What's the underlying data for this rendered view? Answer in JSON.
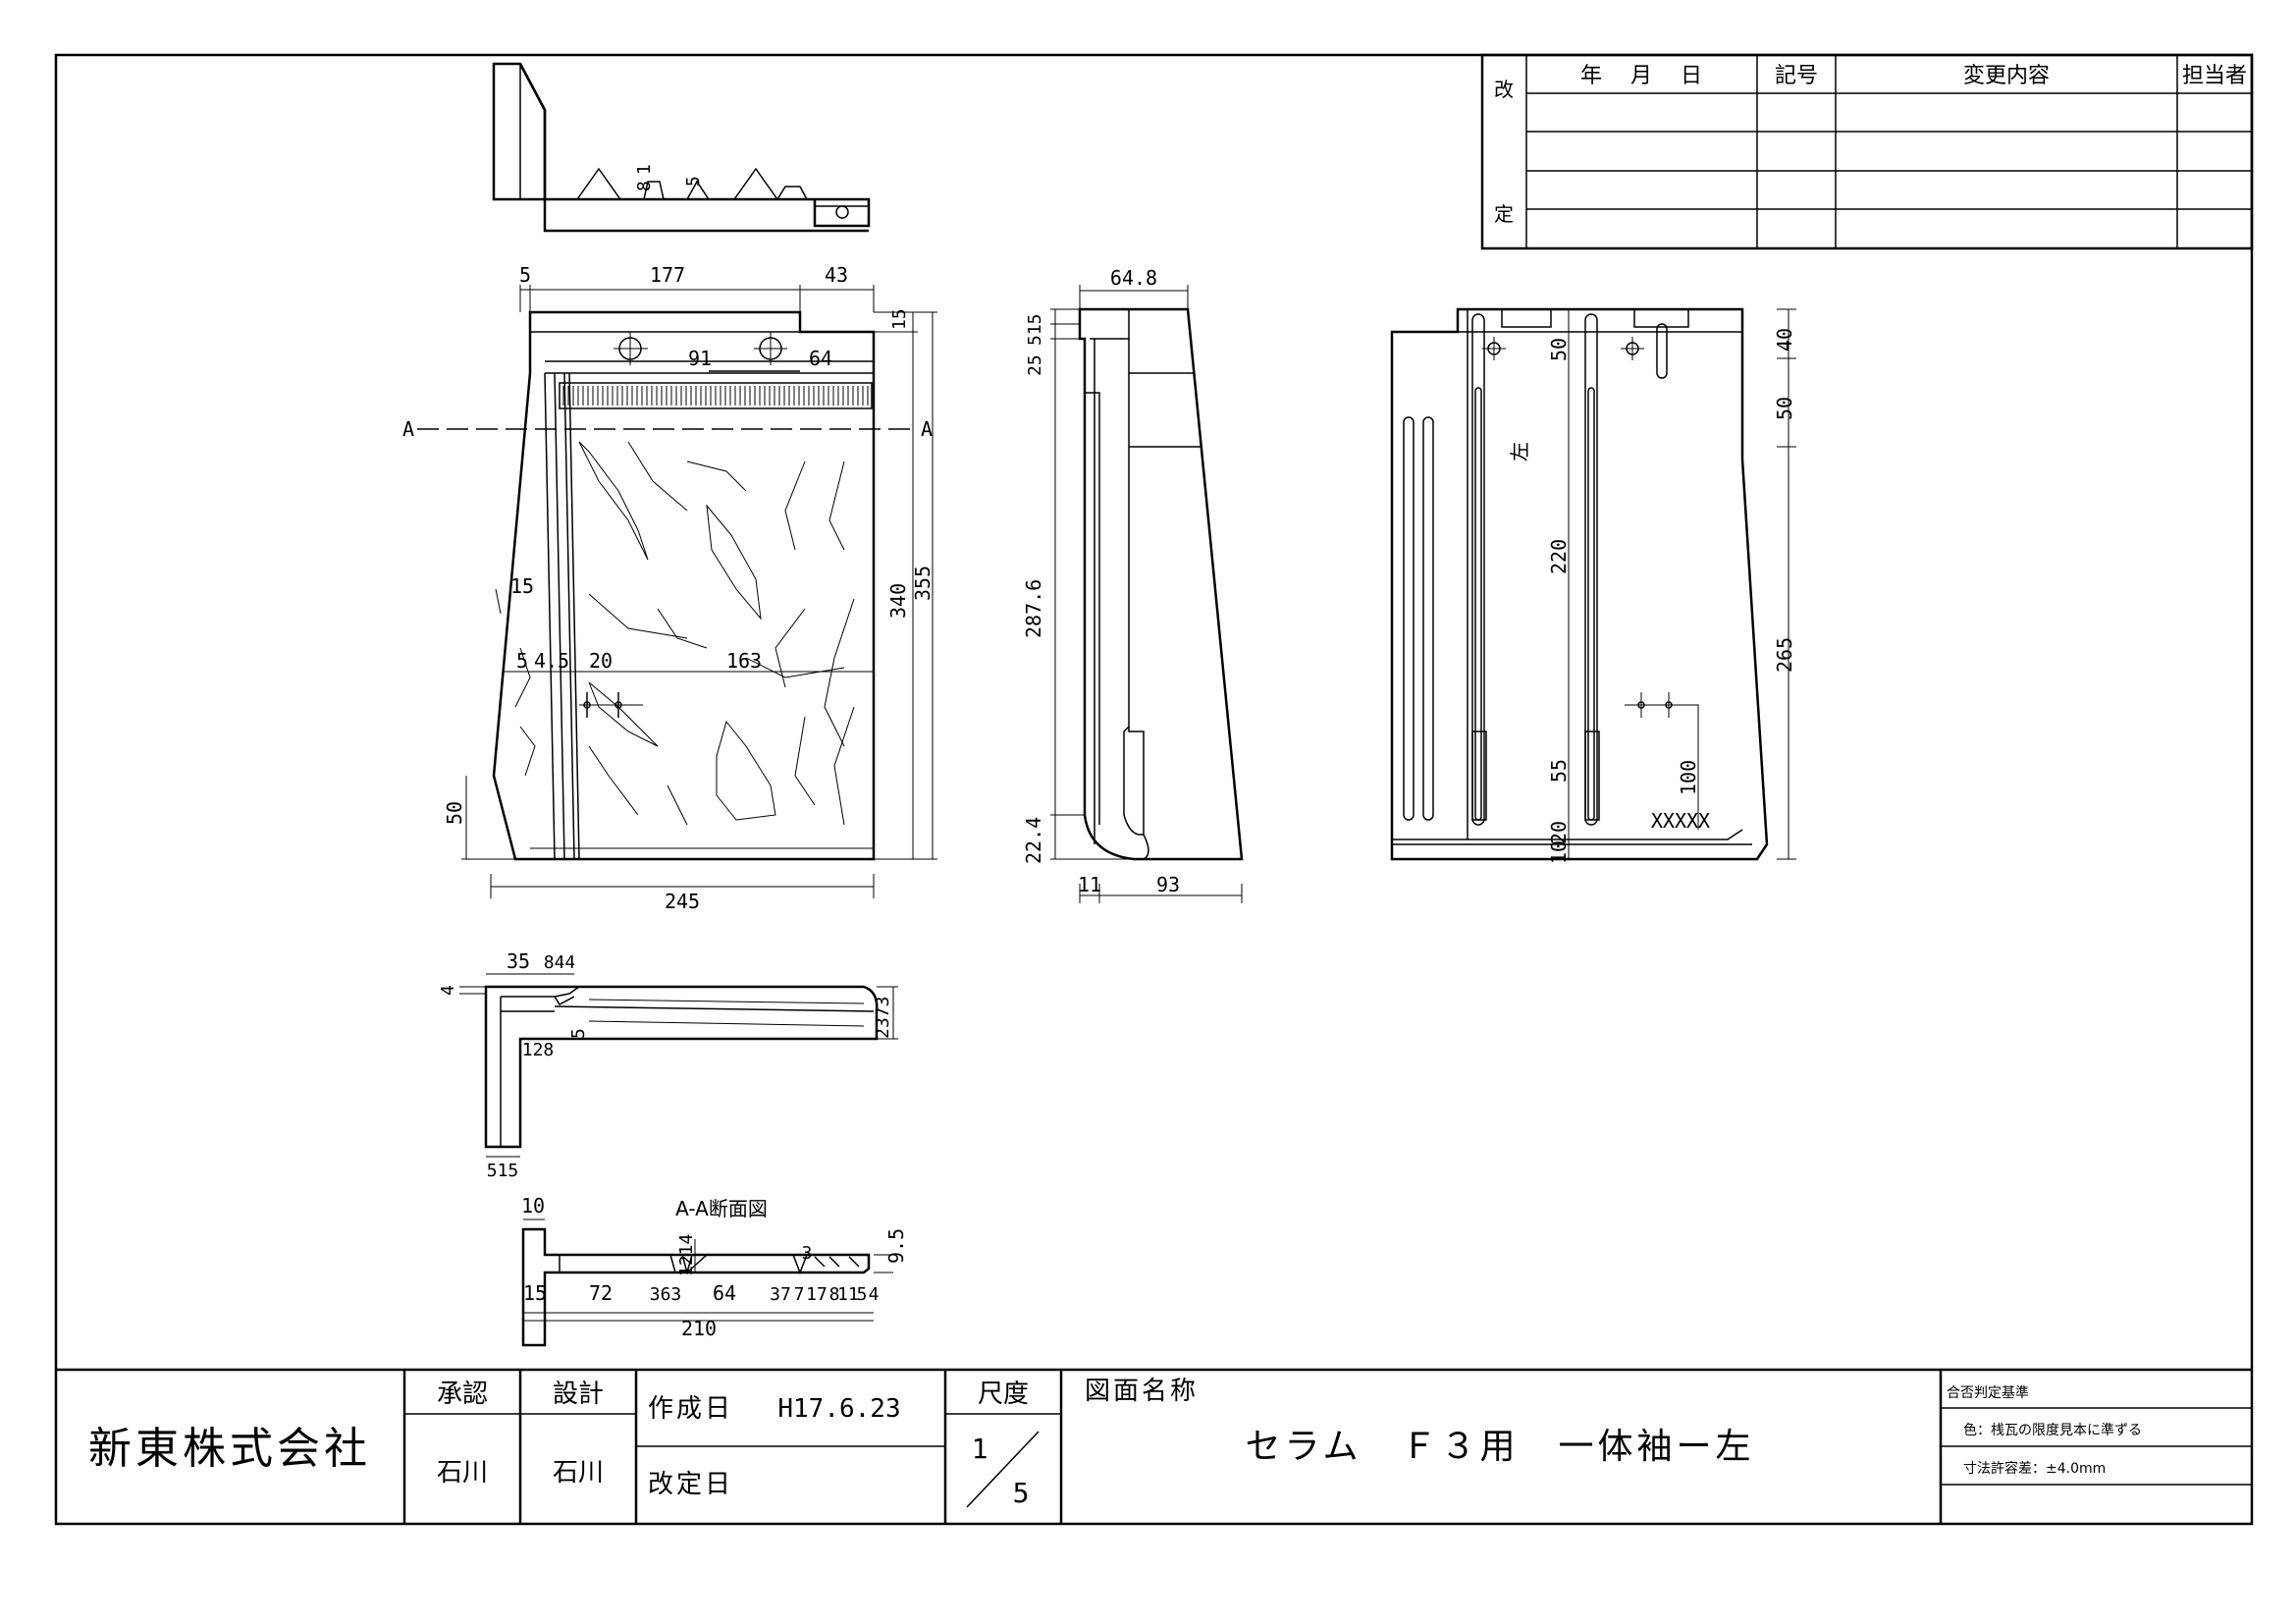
{
  "revision_table": {
    "kai": "改",
    "tei": "定",
    "col_date": "年　 月　 日",
    "col_symbol": "記号",
    "col_content": "変更内容",
    "col_person": "担当者"
  },
  "views": {
    "top_dims": [
      "8",
      "1",
      "5"
    ],
    "front": {
      "dims_top": [
        "5",
        "177",
        "43"
      ],
      "d91": "91",
      "d64": "64",
      "d15": "15",
      "d340": "340",
      "d355": "355",
      "d15b": "15",
      "row_dims": [
        "5",
        "4.5",
        "20",
        "163"
      ],
      "d50": "50",
      "d245": "245",
      "section_mark": "A"
    },
    "side": {
      "d64_8": "64.8",
      "d2551": "25",
      "d515": "515",
      "d287": "287.6",
      "d22": "22.4",
      "d11": "11",
      "d93": "93"
    },
    "back": {
      "d50a": "50",
      "hidari": "左",
      "d220": "220",
      "d55": "55",
      "d20": "20",
      "d10": "10",
      "d100": "100",
      "xxxxx": "XXXXX",
      "d40": "40",
      "d50b": "50",
      "d265": "265"
    },
    "bottom": {
      "d35": "35",
      "d844": "844",
      "d4": "4",
      "d128": "128",
      "d5": "5",
      "d2373": "2373",
      "d515b": "515"
    },
    "section": {
      "title": "A-A断面図",
      "d10": "10",
      "d95": "9.5",
      "d1214": "1214",
      "d3": "3",
      "row": [
        "15",
        "72",
        "363",
        "64",
        "37",
        "7",
        "17",
        "8",
        "11",
        "5",
        "4"
      ],
      "d210": "210"
    }
  },
  "title_block": {
    "company": "新東株式会社",
    "approve_label": "承認",
    "design_label": "設計",
    "approver": "石川",
    "designer": "石川",
    "created_label": "作成日",
    "created_value": "H17.6.23",
    "revised_label": "改定日",
    "scale_label": "尺度",
    "scale_num": "1",
    "scale_den": "5",
    "drawing_name_label": "図面名称",
    "drawing_name": "セラム　Ｆ３用　一体袖ー左",
    "criteria_label": "合否判定基準",
    "criteria_color": "色：桟瓦の限度見本に準ずる",
    "criteria_tolerance": "寸法許容差：±4.0mm"
  }
}
